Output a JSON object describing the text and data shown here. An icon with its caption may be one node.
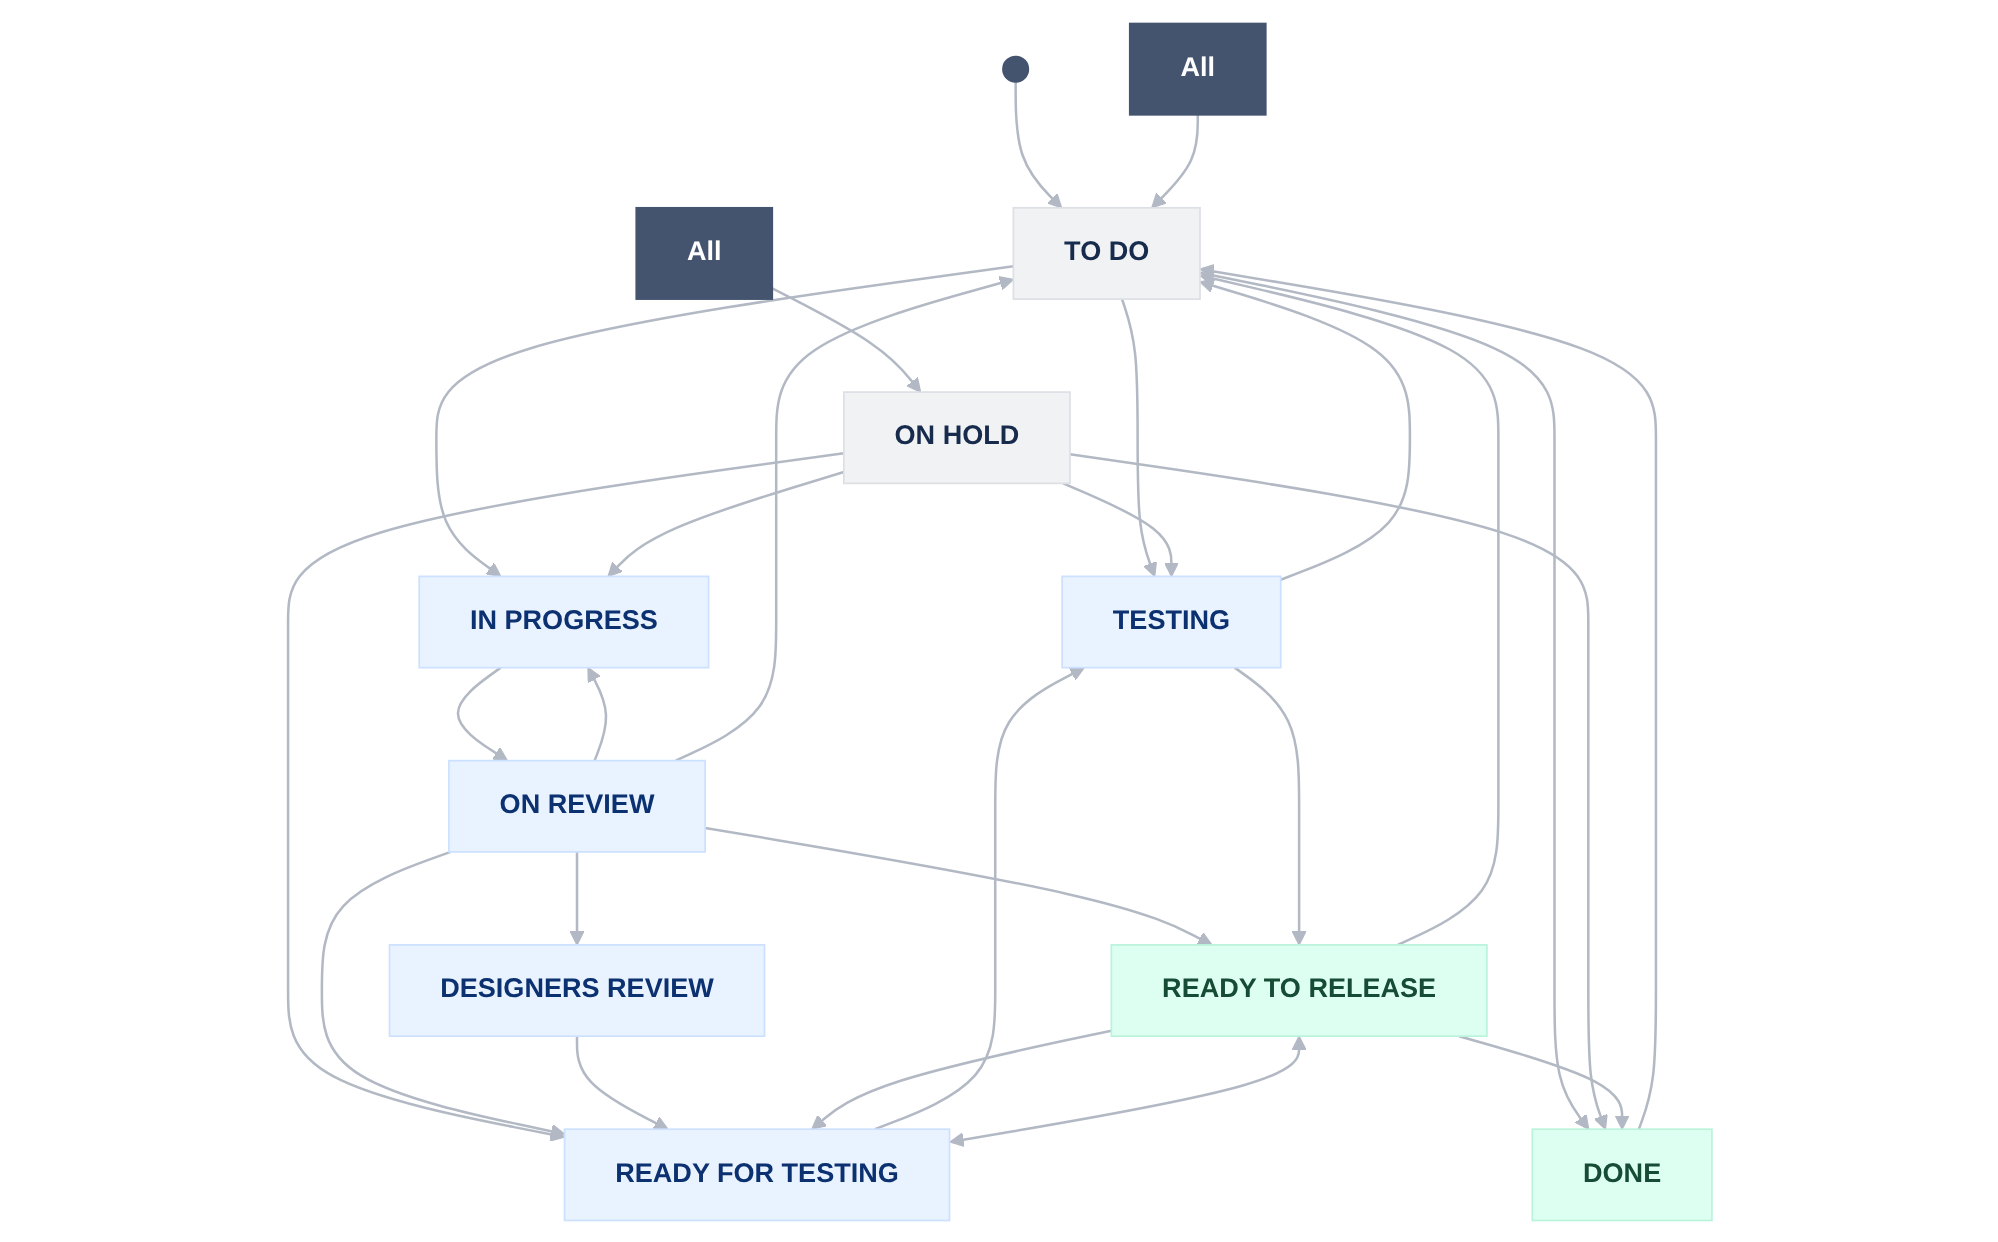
{
  "diagram": {
    "nodes": [
      {
        "text": [],
        "shape": "circle"
      },
      {
        "text": [
          "TO DO"
        ]
      },
      {
        "text": [
          "All"
        ]
      },
      {
        "text": [
          "ON HOLD"
        ]
      },
      {
        "text": [
          "All"
        ]
      },
      {
        "text": [
          "READY FOR TESTING"
        ]
      },
      {
        "text": [
          "TESTING"
        ]
      },
      {
        "text": [
          "IN PROGRESS"
        ]
      },
      {
        "text": [
          "DESIGNERS REVIEW"
        ]
      },
      {
        "text": [
          "ON REVIEW"
        ]
      },
      {
        "text": [
          "READY TO RELEASE"
        ]
      },
      {
        "text": [
          "DONE"
        ]
      }
    ],
    "edges": [
      {
        "from": 0,
        "to": 1,
        "arrow": "to"
      },
      {
        "from": 2,
        "to": 1,
        "arrow": "to"
      },
      {
        "from": 1,
        "to": 6,
        "arrow": "to"
      },
      {
        "from": 1,
        "to": 11,
        "arrow": "to"
      },
      {
        "from": 1,
        "to": 7,
        "arrow": "to"
      },
      {
        "from": 6,
        "to": 1,
        "arrow": "to"
      },
      {
        "from": 4,
        "to": 3,
        "arrow": "to"
      },
      {
        "from": 3,
        "to": 5,
        "arrow": "to"
      },
      {
        "from": 3,
        "to": 6,
        "arrow": "to"
      },
      {
        "from": 3,
        "to": 11,
        "arrow": "to"
      },
      {
        "from": 3,
        "to": 7,
        "arrow": "to"
      },
      {
        "from": 7,
        "to": 9,
        "arrow": "to"
      },
      {
        "from": 9,
        "to": 7,
        "arrow": "to"
      },
      {
        "from": 9,
        "to": 1,
        "arrow": "to"
      },
      {
        "from": 9,
        "to": 8,
        "arrow": "to"
      },
      {
        "from": 9,
        "to": 10,
        "arrow": "to"
      },
      {
        "from": 9,
        "to": 5,
        "arrow": "to"
      },
      {
        "from": 8,
        "to": 5,
        "arrow": "to"
      },
      {
        "from": 5,
        "to": 6,
        "arrow": "to"
      },
      {
        "from": 6,
        "to": 10,
        "arrow": "to"
      },
      {
        "from": 10,
        "to": 5,
        "arrow": "to"
      },
      {
        "from": 5,
        "to": 10,
        "arrow": "both"
      },
      {
        "from": 10,
        "to": 11,
        "arrow": "to"
      },
      {
        "from": 10,
        "to": 1,
        "arrow": "to"
      },
      {
        "from": 11,
        "to": 1,
        "arrow": "to"
      }
    ]
  }
}
